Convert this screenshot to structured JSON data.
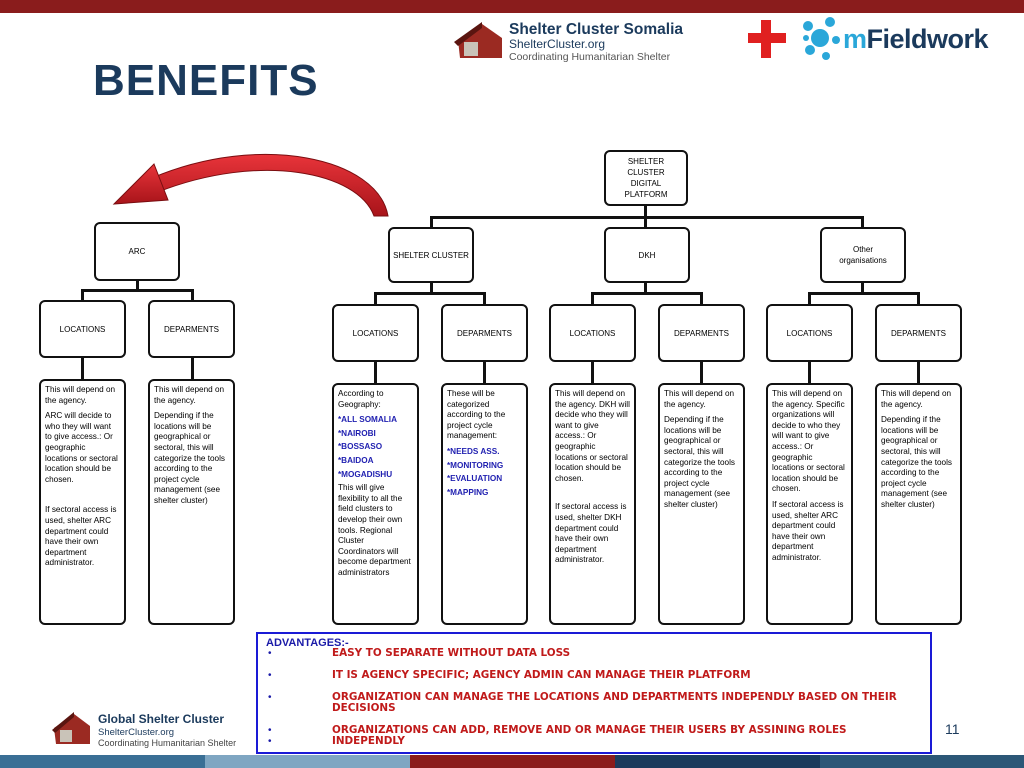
{
  "header": {
    "title": "BENEFITS",
    "org_title": "Shelter Cluster Somalia",
    "org_site": "ShelterCluster.org",
    "org_tagline": "Coordinating Humanitarian Shelter",
    "partner_logo_prefix": "m",
    "partner_logo_rest": "Fieldwork"
  },
  "diagram": {
    "root": "SHELTER CLUSTER DIGITAL PLATFORM",
    "arc": "ARC",
    "shelter_cluster": "SHELTER CLUSTER",
    "dkh": "DKH",
    "other": "Other organisations",
    "locations": "LOCATIONS",
    "departments": "DEPARMENTS",
    "arc_locations_text": {
      "p1": "This will depend on the agency.",
      "p2": "ARC will decide to who they will want to give access.: Or geographic locations or sectoral location should be chosen.",
      "p3": "If sectoral access is used, shelter ARC department could have their own department administrator."
    },
    "arc_departments_text": {
      "p1": "This will depend on the agency.",
      "p2": "Depending if the locations will be geographical or sectoral, this will categorize the tools according to the project cycle management (see shelter cluster)"
    },
    "sc_locations_text": {
      "p1": "According to Geography:",
      "k1": "*ALL SOMALIA",
      "k2": "*NAIROBI",
      "k3": "*BOSSASO",
      "k4": "*BAIDOA",
      "k5": "*MOGADISHU",
      "p2": "This will give flexibility to all the field clusters to develop their own tools. Regional Cluster Coordinators will become department administrators"
    },
    "sc_departments_text": {
      "p1": "These will be categorized according to the project cycle management:",
      "k1": "*NEEDS ASS.",
      "k2": "*MONITORING",
      "k3": "*EVALUATION",
      "k4": "*MAPPING"
    },
    "dkh_locations_text": {
      "p1": "This will depend on the agency. DKH will decide who they will want to give access.: Or geographic locations or sectoral location should be chosen.",
      "p2": "If sectoral access is used, shelter DKH department could have their own department administrator."
    },
    "dkh_departments_text": {
      "p1": "This will depend on the agency.",
      "p2": "Depending if the locations will be geographical or sectoral, this will categorize the tools according to the project cycle management (see shelter cluster)"
    },
    "oth_locations_text": {
      "p1": "This will depend on the agency. Specific organizations will decide to who they will want to give access.: Or geographic locations or sectoral location should be chosen.",
      "p2": "If sectoral access is used, shelter ARC department could have their own department administrator."
    },
    "oth_departments_text": {
      "p1": "This will depend on the agency.",
      "p2": "Depending if the locations will be geographical or sectoral, this will categorize the tools according to the project cycle management (see shelter cluster)"
    }
  },
  "advantages": {
    "heading": "ADVANTAGES:-",
    "bullet": "•",
    "items": [
      "EASY TO SEPARATE WITHOUT DATA LOSS",
      "IT IS AGENCY SPECIFIC; AGENCY ADMIN CAN MANAGE THEIR PLATFORM",
      "ORGANIZATION CAN MANAGE THE LOCATIONS AND DEPARTMENTS INDEPENDLY BASED ON THEIR DECISIONS",
      "ORGANIZATIONS CAN ADD, REMOVE AND OR MANAGE THEIR USERS BY ASSINING ROLES INDEPENDLY"
    ]
  },
  "footer": {
    "org_title": "Global Shelter Cluster",
    "org_site": "ShelterCluster.org",
    "org_tagline": "Coordinating Humanitarian Shelter",
    "page_number": "11"
  },
  "colors": {
    "title": "#1b3a5c",
    "topbar": "#8a1c1c",
    "arrow": "#d42026",
    "keyword": "#1f1fb0",
    "advantage_text": "#c01a1a",
    "advantage_border": "#1a1ad6"
  }
}
